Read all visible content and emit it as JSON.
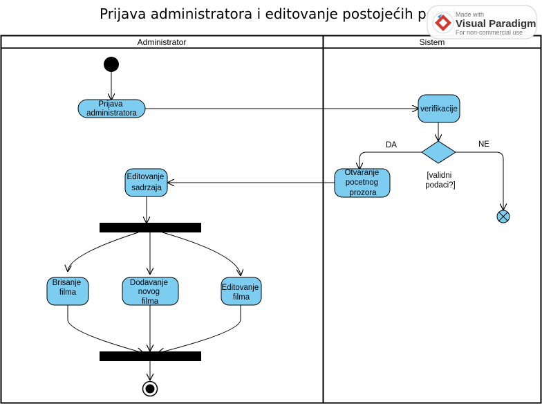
{
  "diagram": {
    "title": "Prijava administratora i editovanje postojećih podat",
    "lanes": {
      "left": "Administrator",
      "right": "Sistem"
    },
    "nodes": {
      "prijava": [
        "Prijava",
        "administratora"
      ],
      "verifikacije": [
        "verifikacije"
      ],
      "otvaranje": [
        "Otvaranje",
        "pocetnog",
        "prozora"
      ],
      "editovanje_sadrzaja": [
        "Editovanje",
        "sadrzaja"
      ],
      "brisanje": [
        "Brisanje",
        "filma"
      ],
      "dodavanje": [
        "Dodavanje",
        "novog",
        "filma"
      ],
      "editovanje_filma": [
        "Editovanje",
        "filma"
      ]
    },
    "edge_labels": {
      "yes": "DA",
      "no": "NE",
      "guard": [
        "[validni",
        "podaci?]"
      ]
    },
    "colors": {
      "action_fill": "#7dcdf0",
      "line": "#000000"
    }
  },
  "badge": {
    "line1": "Made with",
    "line2": "Visual Paradigm",
    "line3": "For non-commercial use"
  }
}
